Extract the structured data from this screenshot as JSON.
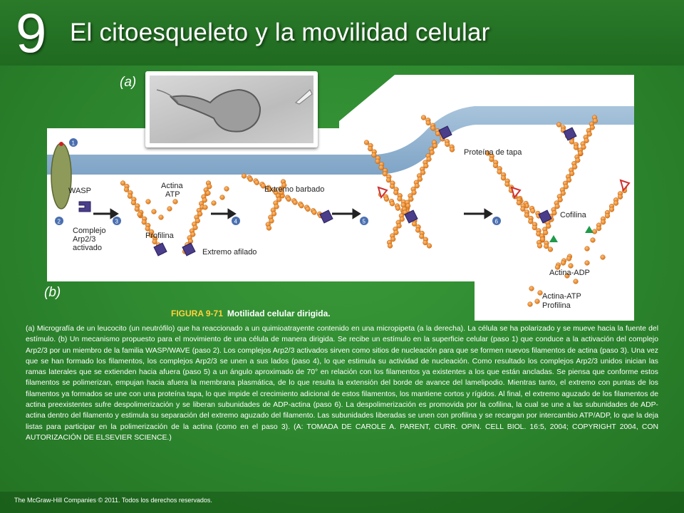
{
  "header": {
    "chapter_number": "9",
    "title": "El citoesqueleto y la movilidad celular"
  },
  "figure": {
    "panel_a_label": "(a)",
    "panel_b_label": "(b)",
    "labels": {
      "wasp": "WASP",
      "complejo1": "Complejo",
      "complejo2": "Arp2/3",
      "complejo3": "activado",
      "actina": "Actina",
      "atp": "ATP",
      "profilina": "Profilina",
      "extremo_barbado": "Extremo barbado",
      "extremo_afilado": "Extremo afilado",
      "proteina_tapa": "Proteína de tapa",
      "cofilina": "Cofilina",
      "actina_adp": "Actina-ADP",
      "actina_atp": "Actina-ATP",
      "profilina2": "Profilina"
    },
    "steps": [
      "1",
      "2",
      "3",
      "4",
      "5",
      "6"
    ]
  },
  "caption": {
    "figure_number": "FIGURA 9-71",
    "figure_title": "Motilidad celular dirigida.",
    "text": "(a) Micrografía de un leucocito (un neutrófilo) que ha reaccionado a un quimioatrayente contenido en una micropipeta (a la derecha). La célula se ha polarizado y se mueve hacia la fuente del estímulo. (b) Un mecanismo propuesto para el movimiento de una célula de manera dirigida. Se recibe un estímulo en la superficie celular (paso 1) que conduce a la activación del complejo Arp2/3 por un miembro de la familia WASP/WAVE (paso 2). Los complejos Arp2/3 activados sirven como sitios de nucleación para que se formen nuevos filamentos de actina (paso 3). Una vez que se han formado los filamentos, los complejos Arp2/3 se unen a sus lados (paso 4), lo que estimula su actividad de nucleación. Como resultado los complejos Arp2/3 unidos inician las ramas laterales que se extienden hacia afuera (paso 5) a un ángulo aproximado de 70° en relación con los filamentos ya existentes a los que están ancladas. Se piensa que conforme estos filamentos se polimerizan, empujan hacia afuera la membrana plasmática, de lo que resulta la extensión del borde de avance del lamelipodio. Mientras tanto, el extremo con puntas de los filamentos ya formados se une con una proteína tapa, lo que impide el crecimiento adicional de estos filamentos, los mantiene cortos y rígidos. Al final, el extremo aguzado de los filamentos de actina preexistentes sufre despolimerización y se liberan subunidades de ADP-actina (paso 6). La despolimerización es promovida por la cofilina, la cual se une a las subunidades de ADP-actina dentro del filamento y estimula su separación del extremo aguzado del filamento. Las subunidades liberadas se unen con profilina y se recargan por intercambio ATP/ADP, lo que la deja listas para participar en la polimerización de la actina (como en el paso 3). (A: TOMADA DE CAROLE A. PARENT, CURR. OPIN. CELL BIOL. 16:5, 2004; COPYRIGHT 2004, CON AUTORIZACIÓN DE ELSEVIER SCIENCE.)"
  },
  "footer": {
    "copyright": "The McGraw-Hill Companies © 2011. Todos los derechos reservados."
  }
}
